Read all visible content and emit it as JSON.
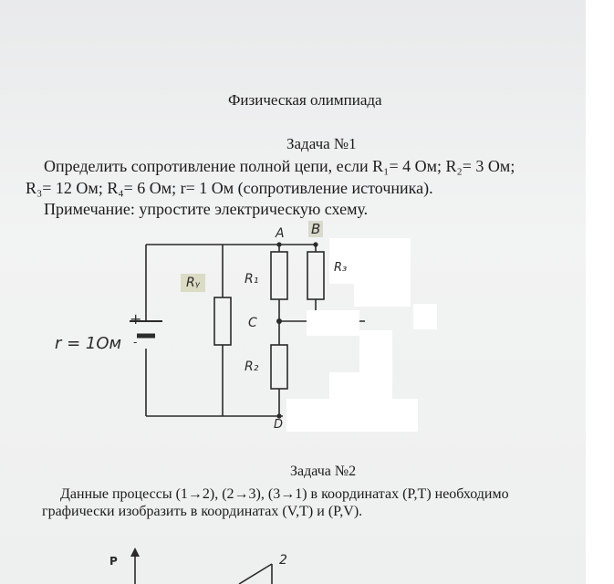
{
  "header": {
    "title": "Физическая олимпиада"
  },
  "task1": {
    "title": "Задача №1",
    "line1": "Определить сопротивление полной цепи, если R₁= 4 Ом; R₂= 3 Ом;",
    "line2": "R₃= 12 Ом; R₄= 6 Ом; r= 1 Ом (сопротивление источника).",
    "note": "Примечание: упростите электрическую схему."
  },
  "circuit": {
    "label_a": "A",
    "label_b": "B",
    "label_r3": "R₃",
    "label_ry": "Rᵧ",
    "label_r1": "R₁",
    "label_c": "C",
    "label_r2": "R₂",
    "label_d": "D",
    "label_plus": "+",
    "label_source": "r = 1Ом",
    "label_minus": "-"
  },
  "task2": {
    "title": "Задача №2",
    "line1": "Данные процессы (1→2), (2→3), (3→1) в координатах (P,T) необходимо",
    "line2": "графически изобразить в координатах (V,T) и (P,V)."
  },
  "graph": {
    "axis_label": "P",
    "point_label": "2"
  }
}
